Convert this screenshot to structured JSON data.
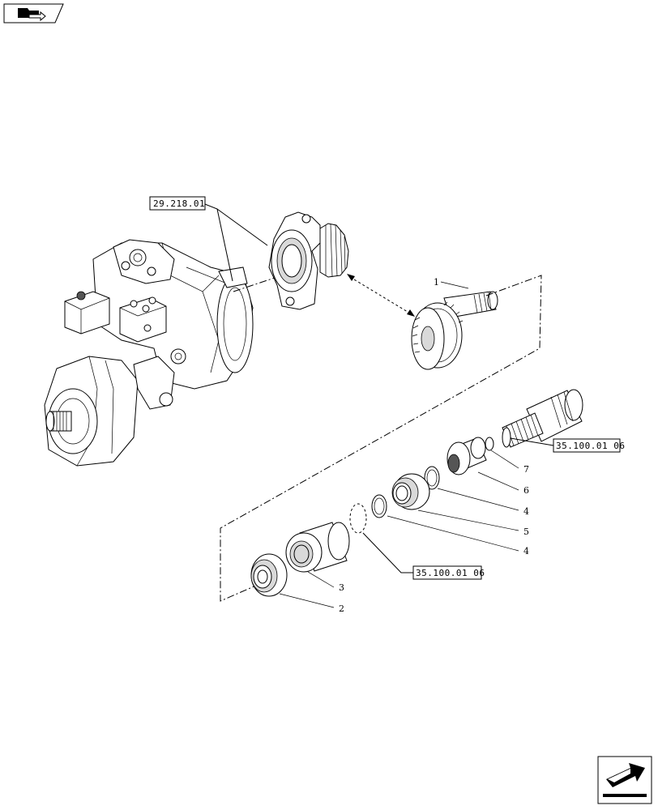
{
  "nav": {
    "top_icon": "folder-book-icon",
    "bottom_icon": "arrow-next-icon"
  },
  "references": {
    "ref_top": "29.218.01",
    "ref_right": "35.100.01 06",
    "ref_bottom": "35.100.01 06"
  },
  "callouts": {
    "c1": "1",
    "c2": "2",
    "c3": "3",
    "c4a": "4",
    "c4b": "4",
    "c5": "5",
    "c6": "6",
    "c7": "7"
  }
}
